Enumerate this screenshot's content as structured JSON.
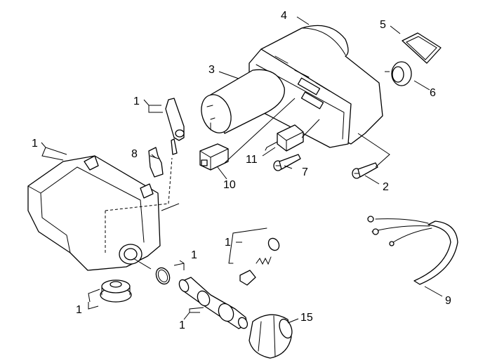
{
  "callouts": {
    "c1_rod": "1",
    "c1_housing": "1",
    "c1_oring": "1",
    "c1_kit": "1",
    "c1_grommet": "1",
    "c1_valve": "1",
    "c2": "2",
    "c3": "3",
    "c4": "4",
    "c5": "5",
    "c6": "6",
    "c7": "7",
    "c8": "8",
    "c9": "9",
    "c10": "10",
    "c11": "11",
    "c15": "15"
  },
  "colors": {
    "line": "#000000",
    "background": "#ffffff"
  }
}
